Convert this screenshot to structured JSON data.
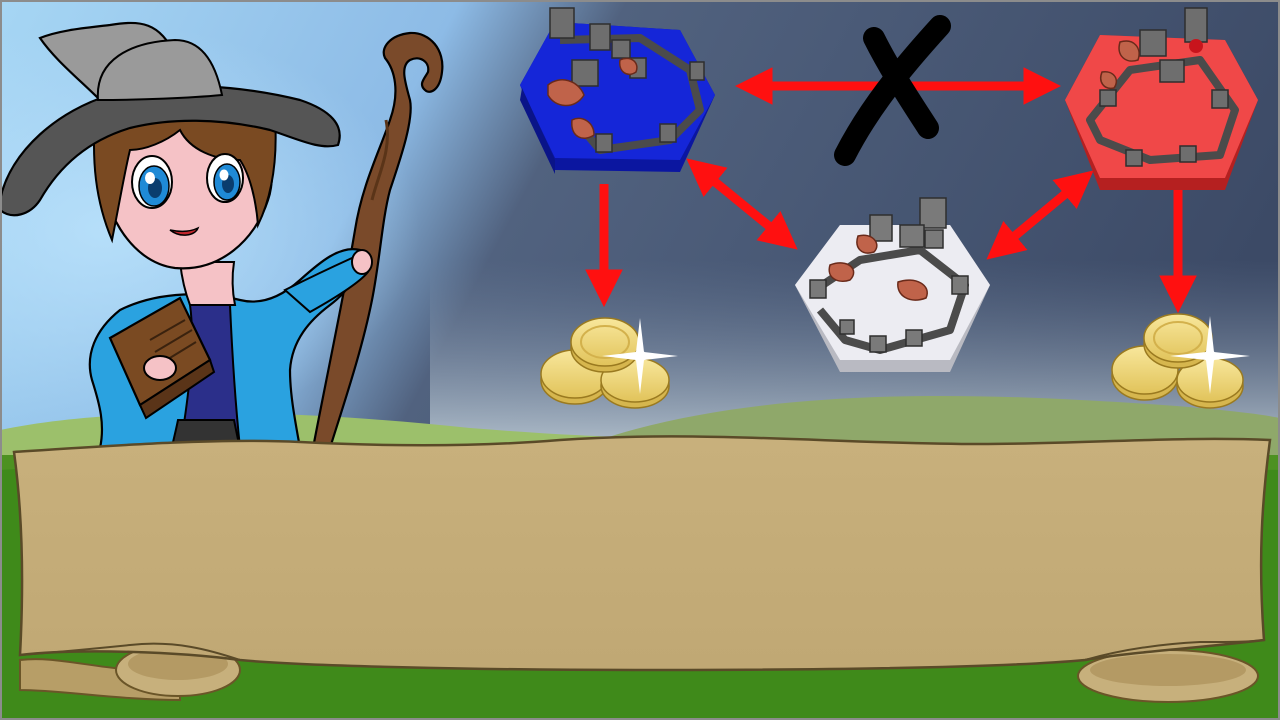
{
  "scene": {
    "type": "tutorial-illustration",
    "frame_border_color": "#8c8c8c",
    "sky_colors": [
      "#9fd0f2",
      "#3c4f6c"
    ],
    "hill_colors": [
      "#9dbf6b",
      "#5a9a2a",
      "#3f8a1a"
    ]
  },
  "character": {
    "name": "wizard",
    "hat_color": "#9a9a9a",
    "hair_color": "#7a4a22",
    "eye_color": "#1f8ad6",
    "robe_color": "#2aa2e0",
    "book_color": "#7a4a22",
    "staff_color": "#7a4a2a"
  },
  "tiles": [
    {
      "name": "blue-castle-tile",
      "color": "#1526d8",
      "faction": "blue"
    },
    {
      "name": "red-castle-tile",
      "color": "#f04848",
      "faction": "red"
    },
    {
      "name": "neutral-castle-tile",
      "color": "#ececf2",
      "faction": "neutral"
    }
  ],
  "connections": [
    {
      "from": "blue",
      "to": "red",
      "allowed": false
    },
    {
      "from": "blue",
      "to": "neutral",
      "allowed": true
    },
    {
      "from": "red",
      "to": "neutral",
      "allowed": true
    },
    {
      "from": "blue",
      "to": "gold",
      "allowed": true
    },
    {
      "from": "red",
      "to": "gold",
      "allowed": true
    }
  ],
  "arrow_color": "#ff1010",
  "cross_mark_color": "#000000",
  "rewards": [
    {
      "name": "gold-coins-left",
      "icon": "coin-stack-icon",
      "color": "#f2d873"
    },
    {
      "name": "gold-coins-right",
      "icon": "coin-stack-icon",
      "color": "#f2d873"
    }
  ],
  "scroll": {
    "text": "",
    "color": "#c4ad79"
  }
}
